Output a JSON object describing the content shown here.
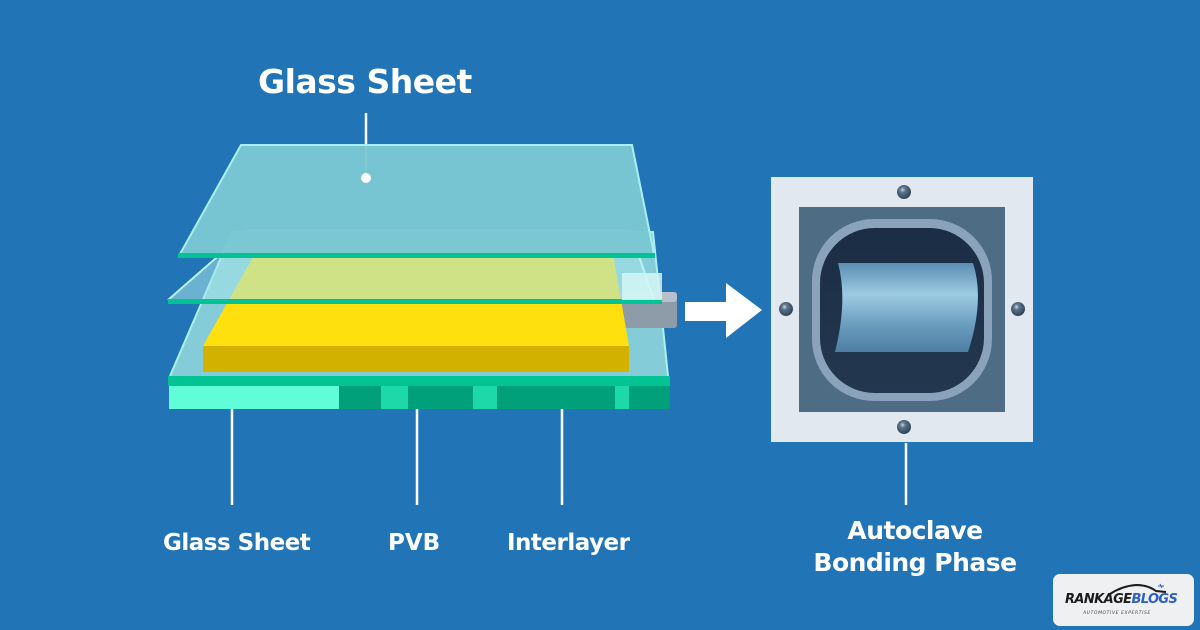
{
  "diagram": {
    "title": "Glass Sheet",
    "layers": [
      {
        "name": "top-glass-sheet",
        "color": "#7ac7d3"
      },
      {
        "name": "pvb-interlayer",
        "color": "#ffe00f"
      },
      {
        "name": "base-glass-sheet",
        "color": "#02c393"
      }
    ],
    "bottom_labels": {
      "glass_sheet": "Glass Sheet",
      "pvb": "PVB",
      "interlayer": "Interlayer"
    },
    "autoclave_label": {
      "line1": "Autoclave",
      "line2": "Bonding Phase"
    },
    "arrow": "right-arrow-icon"
  },
  "colors": {
    "background": "#2174b5",
    "glass": "#7ac7d3",
    "glass_edge": "#02c393",
    "pvb": "#ffe00f",
    "autoclave_frame": "#e2e8ef",
    "autoclave_window": "#4e6c84"
  },
  "logo": {
    "brand_part1": "RANKAGE",
    "brand_part2": "BLOGS",
    "tagline": "AUTOMOTIVE EXPERTISE"
  }
}
